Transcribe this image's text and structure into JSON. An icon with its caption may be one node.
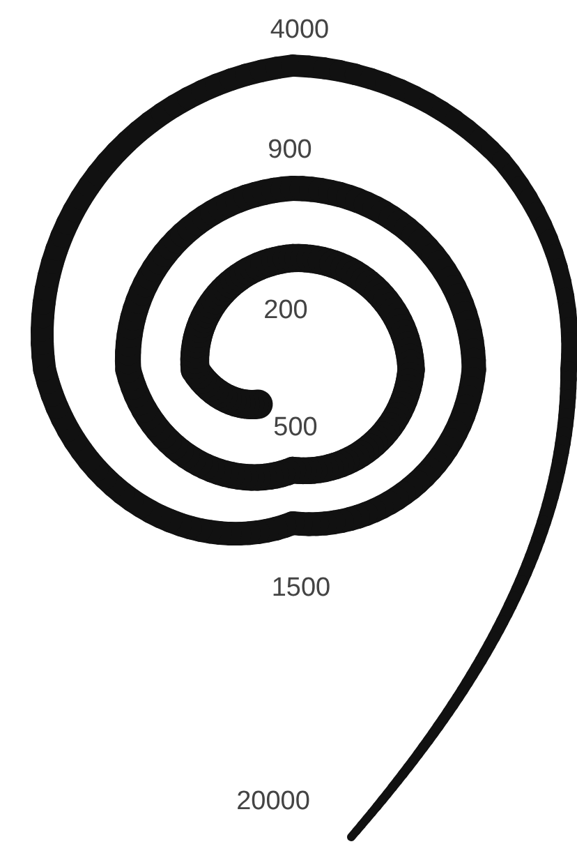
{
  "diagram": {
    "labels": [
      "4000",
      "900",
      "200",
      "500",
      "1500",
      "20000"
    ]
  }
}
